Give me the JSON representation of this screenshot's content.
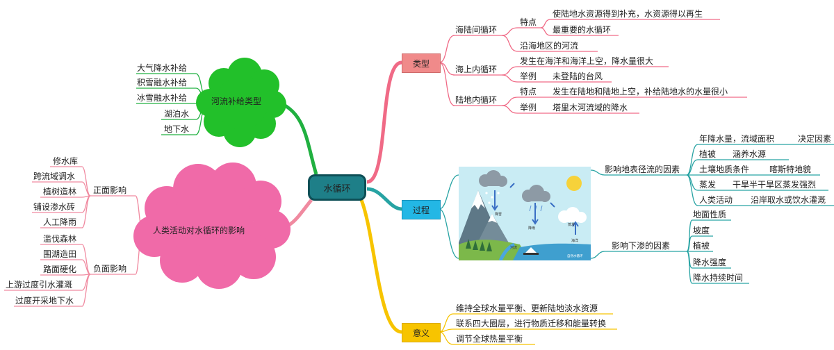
{
  "root": "水循环",
  "types": {
    "label": "类型",
    "sea_land": {
      "label": "海陆间循环",
      "feature_label": "特点",
      "features": [
        "使陆地水资源得到补充，水资源得以再生",
        "最重要的水循环"
      ],
      "example": "沿海地区的河流"
    },
    "ocean": {
      "label": "海上内循环",
      "feature": "发生在海洋和海洋上空，降水量很大",
      "example_label": "举例",
      "example": "未登陆的台风"
    },
    "inland": {
      "label": "陆地内循环",
      "feature_label": "特点",
      "feature": "发生在陆地和陆地上空，补给陆地水的水量很小",
      "example_label": "举例",
      "example": "塔里木河流域的降水"
    }
  },
  "process": {
    "label": "过程",
    "scene_labels": [
      "降雪",
      "降雨",
      "蒸发",
      "海洋",
      "河流",
      "自然水循环"
    ],
    "runoff": {
      "label": "影响地表径流的因素",
      "items": [
        {
          "name": "年降水量，流域面积",
          "detail": "决定因素"
        },
        {
          "name": "植被",
          "detail": "涵养水源"
        },
        {
          "name": "土壤地质条件",
          "detail": "喀斯特地貌"
        },
        {
          "name": "蒸发",
          "detail": "干旱半干旱区蒸发强烈"
        },
        {
          "name": "人类活动",
          "detail": "沿岸取水或饮水灌溉"
        }
      ]
    },
    "infiltration": {
      "label": "影响下渗的因素",
      "items": [
        "地面性质",
        "坡度",
        "植被",
        "降水强度",
        "降水持续时间"
      ]
    }
  },
  "meaning": {
    "label": "意义",
    "items": [
      "维持全球水量平衡、更新陆地淡水资源",
      "联系四大圈层，进行物质迁移和能量转换",
      "调节全球热量平衡"
    ]
  },
  "supply": {
    "label": "河流补给类型",
    "items": [
      "大气降水补给",
      "积雪融水补给",
      "冰雪融水补给",
      "湖泊水",
      "地下水"
    ]
  },
  "human": {
    "label": "人类活动对水循环的影响",
    "positive": {
      "label": "正面影响",
      "items": [
        "修水库",
        "跨流域调水",
        "植树造林",
        "铺设渗水砖",
        "人工降雨"
      ]
    },
    "negative": {
      "label": "负面影响",
      "items": [
        "滥伐森林",
        "围湖造田",
        "路面硬化",
        "上游过度引水灌溉",
        "过度开采地下水"
      ]
    }
  },
  "colors": {
    "root": "#1e7f88",
    "types": "#f06a86",
    "process": "#27a3a3",
    "meaning": "#f7c400",
    "supply": "#20b040",
    "human": "#f08aa0",
    "cloud_green": "#22c02a",
    "cloud_pink": "#f06aa8"
  }
}
